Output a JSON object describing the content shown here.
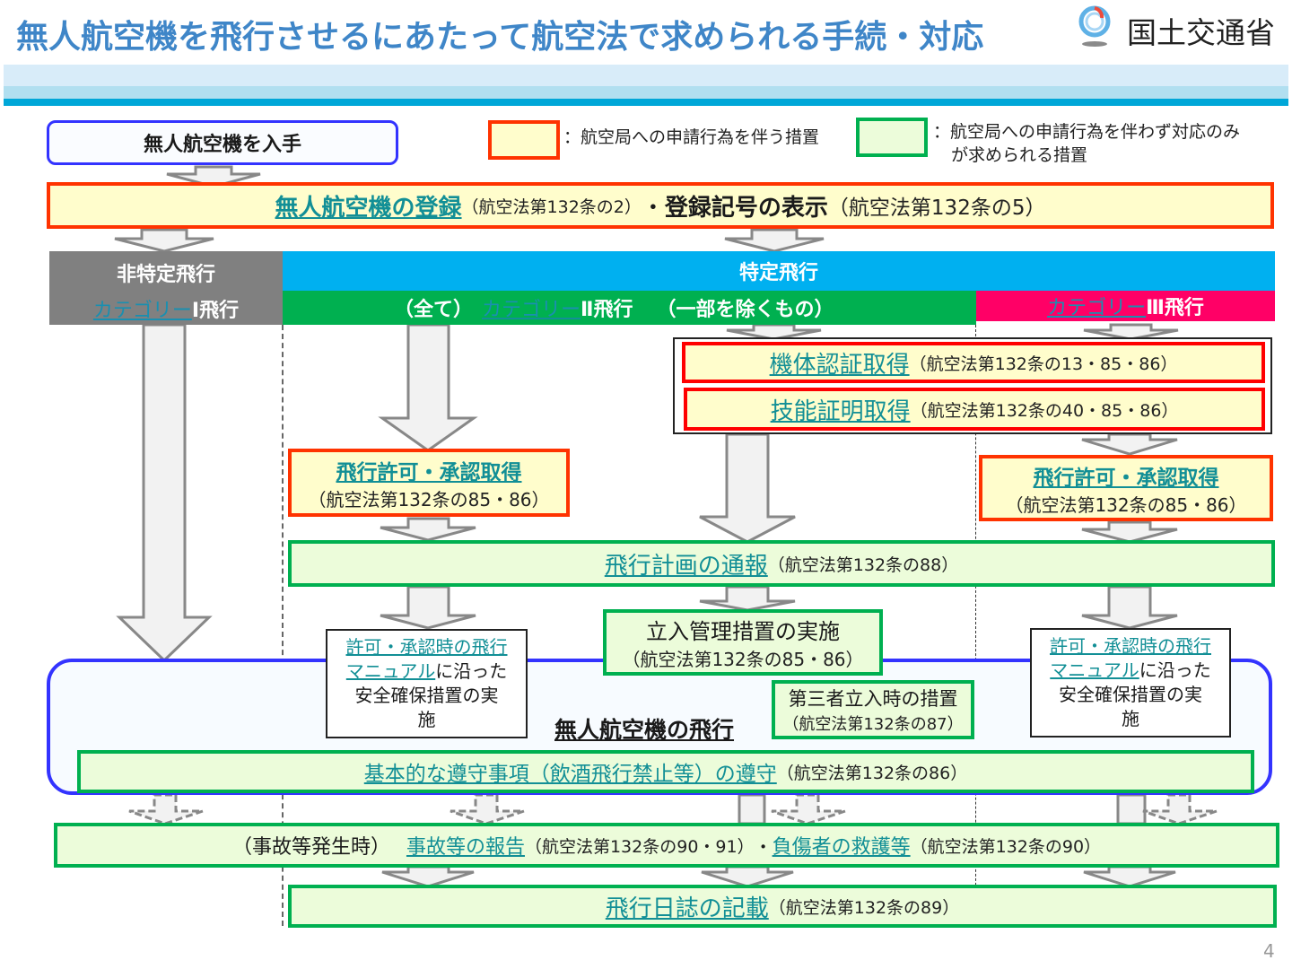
{
  "header": {
    "title": "無人航空機を飛行させるにあたって航空法で求められる手続・対応",
    "ministry": "国土交通省"
  },
  "legend": {
    "red_label": "：航空局への申請行為を伴う措置",
    "green_label_line1": "：航空局への申請行為を伴わず対応のみ",
    "green_label_line2": "が求められる措置"
  },
  "start": {
    "label": "無人航空機を入手"
  },
  "registration": {
    "title": "無人航空機の登録",
    "ref": "（航空法第132条の2）",
    "sep": "・",
    "display_title": "登録記号の表示",
    "display_ref": "（航空法第132条の5）"
  },
  "categories": {
    "non_specific": "非特定飛行",
    "cat1_link": "カテゴリー",
    "cat1_suffix": "Ⅰ飛行",
    "specific": "特定飛行",
    "cat2_prefix": "（全て）",
    "cat2_link": "カテゴリー",
    "cat2_suffix": "Ⅱ飛行",
    "cat2_partial": "（一部を除くもの）",
    "cat3_link": "カテゴリー",
    "cat3_suffix": "Ⅲ飛行"
  },
  "certifications": [
    {
      "title": "機体認証取得",
      "ref": "（航空法第132条の13・85・86）"
    },
    {
      "title": "技能証明取得",
      "ref": "（航空法第132条の40・85・86）"
    }
  ],
  "permits": [
    {
      "title": "飛行許可・承認取得",
      "ref": "（航空法第132条の85・86）"
    },
    {
      "title": "飛行許可・承認取得",
      "ref": "（航空法第132条の85・86）"
    }
  ],
  "flight_plan": {
    "title": "飛行計画の通報",
    "ref": "（航空法第132条の88）"
  },
  "access_control": {
    "title": "立入管理措置の実施",
    "ref": "（航空法第132条の85・86）"
  },
  "third_party": {
    "title": "第三者立入時の措置",
    "ref": "（航空法第132条の87）"
  },
  "manual_boxes": [
    {
      "link1": "許可・承認時の飛行",
      "link2": "マニュアル",
      "text2": "に沿った",
      "text3": "安全確保措置の実",
      "text4": "施"
    },
    {
      "link1": "許可・承認時の飛行",
      "link2": "マニュアル",
      "text2": "に沿った",
      "text3": "安全確保措置の実",
      "text4": "施"
    }
  ],
  "flight": {
    "label": "無人航空機の飛行"
  },
  "basic_rules": {
    "title": "基本的な遵守事項（飲酒飛行禁止等）の遵守",
    "ref": "（航空法第132条の86）"
  },
  "accident": {
    "prefix": "（事故等発生時）",
    "report_title": "事故等の報告",
    "report_ref": "（航空法第132条の90・91）",
    "sep": "・",
    "rescue_title": "負傷者の救護等",
    "rescue_ref": "（航空法第132条の90）"
  },
  "logbook": {
    "title": "飛行日誌の記載",
    "ref": "（航空法第132条の89）"
  },
  "page_number": "4",
  "colors": {
    "title_blue": "#3f86c8",
    "red_border": "#ff3300",
    "green_border": "#00b050",
    "link": "#128f96",
    "specific_blue": "#00b0f0",
    "cat2_green": "#00b050",
    "cat3_pink": "#ff0066",
    "nonspecific_gray": "#808080",
    "flight_blue": "#3333ff"
  }
}
